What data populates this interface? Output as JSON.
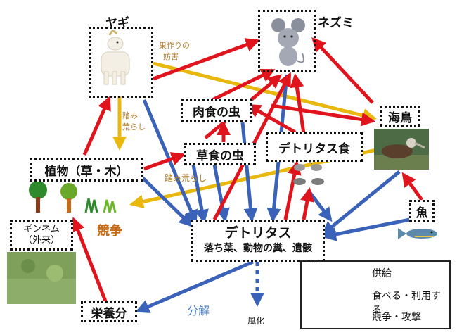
{
  "nodes": {
    "goat": "ヤギ",
    "rat": "ネズミ",
    "seabird": "海鳥",
    "carnivorous_insect": "肉食の虫",
    "herbivorous_insect": "草食の虫",
    "detritivore": "デトリタス食",
    "plants": "植物（草・木）",
    "fish": "魚",
    "leucaena_line1": "ギンネム",
    "leucaena_line2": "（外来）",
    "detritus_title": "デトリタス",
    "detritus_sub": "落ち葉、動物の糞、遺骸",
    "nutrients": "栄養分"
  },
  "labels": {
    "nest_disturb_1": "巣作りの",
    "nest_disturb_2": "妨害",
    "trample_1_a": "踏み",
    "trample_1_b": "荒らし",
    "trample_2": "踏み荒らし",
    "competition": "競争",
    "decomposition": "分解",
    "weathering": "風化"
  },
  "legend": {
    "supply": "供給",
    "eat_use": "食べる・利用する",
    "compete_attack": "競争・攻撃"
  },
  "colors": {
    "supply": "#3a62b8",
    "eat_use": "#e0141c",
    "compete_attack": "#e8b80e",
    "competition_text": "#c56a12",
    "decomposition_text": "#4a80c8",
    "annotation_text": "#b07c2a"
  },
  "icons": [
    "goat-icon",
    "rat-icon",
    "seabird-photo",
    "insect-icons",
    "plant-icons",
    "fish-icon",
    "leucaena-photo"
  ]
}
